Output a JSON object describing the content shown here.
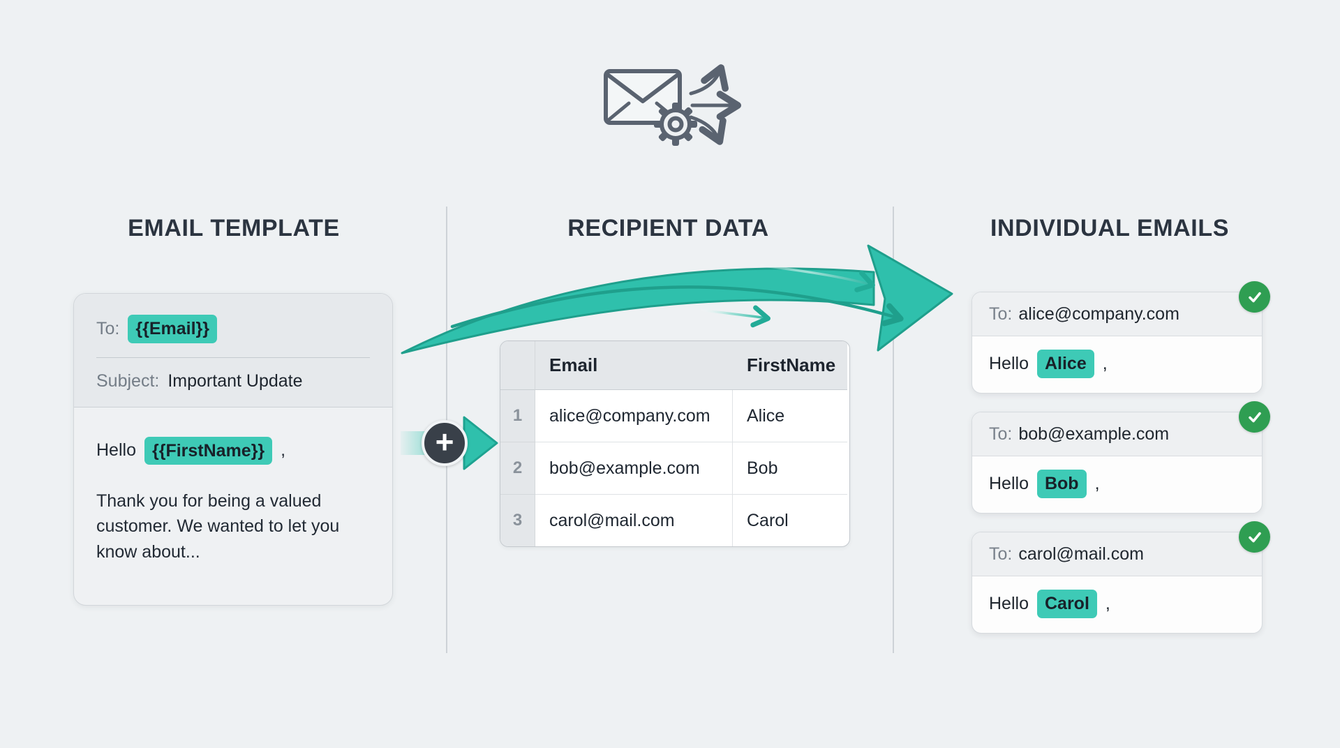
{
  "headings": {
    "template": "EMAIL TEMPLATE",
    "recipients": "RECIPIENT DATA",
    "individual": "INDIVIDUAL EMAILS"
  },
  "template_card": {
    "to_label": "To:",
    "to_variable": "{{Email}}",
    "subject_label": "Subject:",
    "subject_value": "Important Update",
    "greeting_prefix": "Hello",
    "greeting_variable": "{{FirstName}}",
    "greeting_suffix": ",",
    "body_text": "Thank you for being a valued customer. We wanted to let you know about..."
  },
  "merge": {
    "plus_symbol": "+"
  },
  "recipient_table": {
    "headers": [
      "Email",
      "FirstName"
    ],
    "rows": [
      {
        "num": "1",
        "email": "alice@company.com",
        "first_name": "Alice"
      },
      {
        "num": "2",
        "email": "bob@example.com",
        "first_name": "Bob"
      },
      {
        "num": "3",
        "email": "carol@mail.com",
        "first_name": "Carol"
      }
    ]
  },
  "emails": [
    {
      "to_label": "To:",
      "address": "alice@company.com",
      "greeting_prefix": "Hello",
      "name": "Alice",
      "greeting_suffix": ","
    },
    {
      "to_label": "To:",
      "address": "bob@example.com",
      "greeting_prefix": "Hello",
      "name": "Bob",
      "greeting_suffix": ","
    },
    {
      "to_label": "To:",
      "address": "carol@mail.com",
      "greeting_prefix": "Hello",
      "name": "Carol",
      "greeting_suffix": ","
    }
  ],
  "colors": {
    "accent_teal": "#3ecab6",
    "arrow_teal": "#2fc0ac",
    "arrow_teal_dark": "#1f9f8c",
    "success_green": "#2f9e52",
    "heading_dark": "#2b3440",
    "icon_gray": "#5a6370"
  }
}
